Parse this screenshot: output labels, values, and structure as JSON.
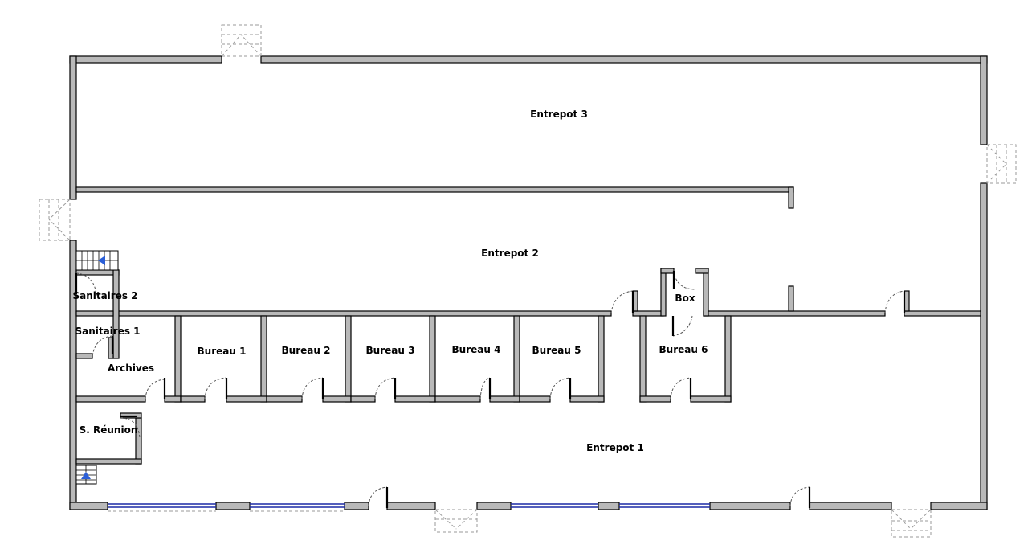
{
  "rooms": {
    "entrepot3": "Entrepot 3",
    "entrepot2": "Entrepot 2",
    "entrepot1": "Entrepot 1",
    "sanitaires2": "Sanitaires 2",
    "sanitaires1": "Sanitaires 1",
    "archives": "Archives",
    "reunion": "S. Réunion",
    "box": "Box",
    "bureau1": "Bureau 1",
    "bureau2": "Bureau 2",
    "bureau3": "Bureau 3",
    "bureau4": "Bureau 4",
    "bureau5": "Bureau 5",
    "bureau6": "Bureau 6"
  },
  "colors": {
    "wall_fill": "#b9b9b9",
    "window": "#1c2aa6",
    "stair_arrow": "#2b5fd8"
  }
}
